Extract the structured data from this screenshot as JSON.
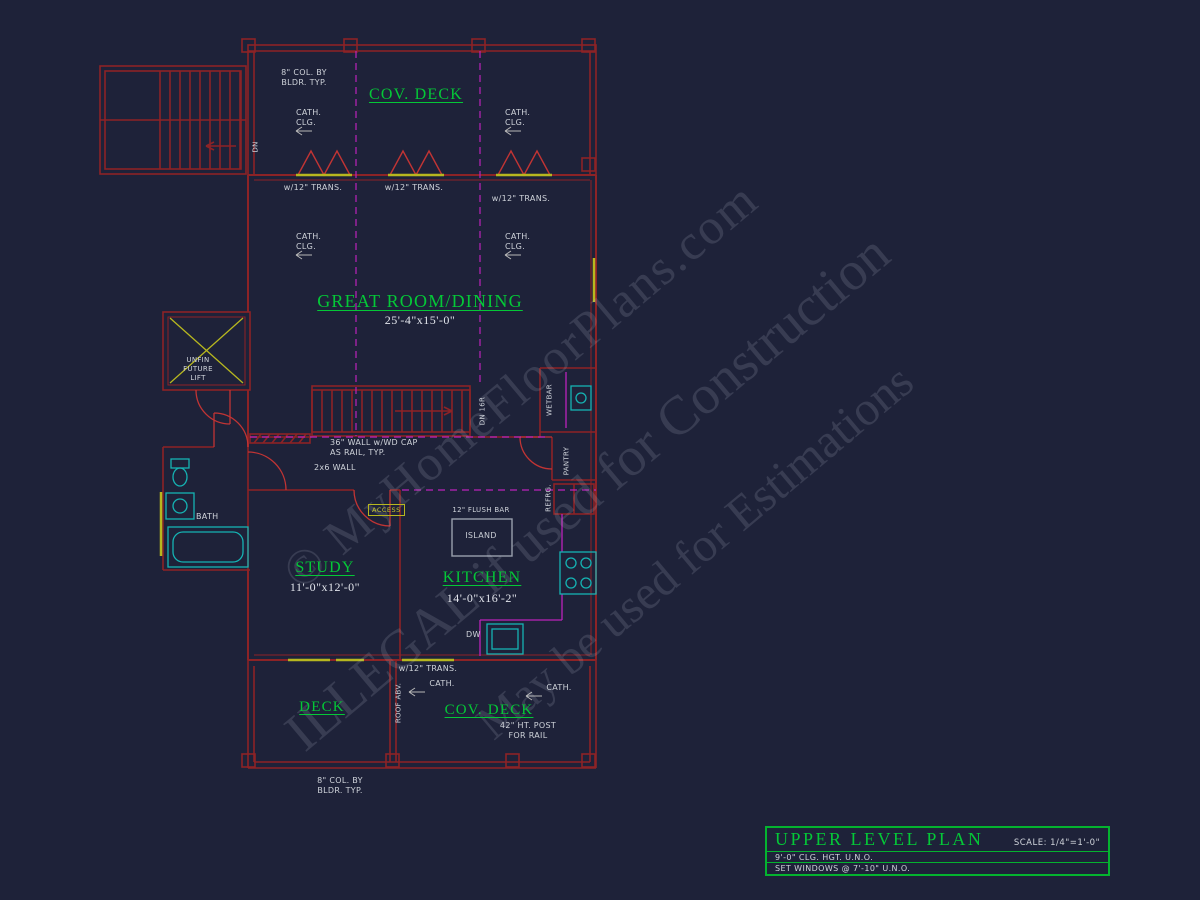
{
  "watermark": {
    "line1": "© MyHomeFloorPlans.com",
    "line2": "ILLEGAL if used for Construction",
    "line3": "May be used for Estimations"
  },
  "title_block": {
    "title": "UPPER LEVEL PLAN",
    "scale": "SCALE: 1/4\"=1'-0\"",
    "note1": "9'-0\" CLG. HGT. U.N.O.",
    "note2": "SET WINDOWS @ 7'-10\" U.N.O."
  },
  "plan": {
    "rooms": {
      "cov_deck_top": "COV. DECK",
      "great_room": "GREAT ROOM/DINING",
      "great_room_dims": "25'-4\"x15'-0\"",
      "study": "STUDY",
      "study_dims": "11'-0\"x12'-0\"",
      "kitchen": "KITCHEN",
      "kitchen_dims": "14'-0\"x16'-2\"",
      "deck": "DECK",
      "cov_deck_bottom": "COV. DECK"
    },
    "labels": {
      "bath": "BATH",
      "island": "ISLAND",
      "flush_bar": "12\" FLUSH BAR",
      "access": "ACCESS",
      "dw": "DW",
      "wetbar": "WETBAR",
      "pantry": "PANTRY",
      "refrg": "REFRG.",
      "dn": "DN",
      "dn_16r": "DN 16R",
      "roof_abv": "ROOF ABV.",
      "lift_l1": "UNFIN",
      "lift_l2": "FUTURE",
      "lift_l3": "LIFT"
    },
    "notes": {
      "col_l1": "8\" COL. BY",
      "col_l2": "BLDR. TYP.",
      "cath_l1": "CATH.",
      "cath_l2": "CLG.",
      "cath": "CATH.",
      "trans": "w/12\" TRANS.",
      "rail_l1": "36\" WALL w/WD CAP",
      "rail_l2": "AS RAIL, TYP.",
      "wall_2x6": "2x6 WALL",
      "post_l1": "42\" HT. POST",
      "post_l2": "FOR RAIL"
    }
  },
  "colors": {
    "background": "#1e2239",
    "wall_red": "#8d2326",
    "accent_red": "#c13434",
    "magenta": "#bb22bb",
    "yellow": "#b7b71f",
    "cyan": "#15b3b3",
    "green": "#04c837",
    "text": "#cfd3da"
  }
}
